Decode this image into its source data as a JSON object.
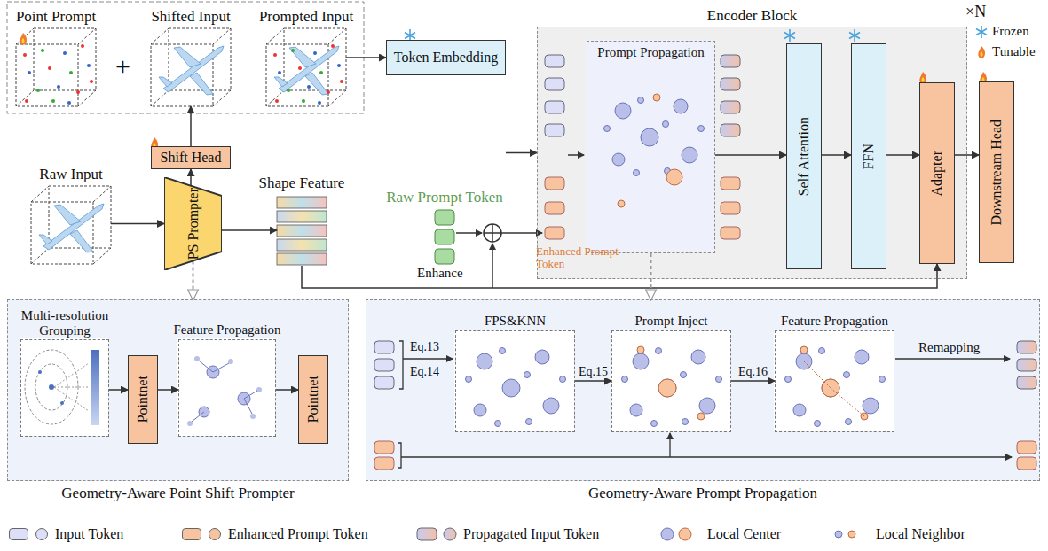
{
  "diagram": {
    "nodes": [
      {
        "text": [
          "Point Prompt"
        ]
      },
      {
        "text": [
          "Shifted Input"
        ]
      },
      {
        "text": [
          "Prompted Input"
        ]
      },
      {
        "text": [
          "Token Embedding"
        ]
      },
      {
        "text": [
          "Encoder Block"
        ]
      },
      {
        "text": [
          "Prompt Propagation"
        ],
        "in": 4
      },
      {
        "text": [
          "Self Attention"
        ],
        "in": 4
      },
      {
        "text": [
          "FFN"
        ],
        "in": 4
      },
      {
        "text": [
          "Adapter"
        ],
        "in": 4
      },
      {
        "text": [
          "Downstream Head"
        ]
      },
      {
        "text": [
          "Raw Input"
        ]
      },
      {
        "text": [
          "Shift Head"
        ]
      },
      {
        "text": [
          "PS Prompter"
        ]
      },
      {
        "text": [
          "Shape Feature"
        ]
      },
      {
        "text": [
          "Raw Prompt Token"
        ]
      },
      {
        "text": [
          "Geometry-Aware Point Shift Prompter"
        ]
      },
      {
        "text": [
          "Multi-resolution Grouping"
        ],
        "in": 15
      },
      {
        "text": [
          "Pointnet"
        ],
        "in": 15
      },
      {
        "text": [
          "Feature Propagation"
        ],
        "in": 15
      },
      {
        "text": [
          "Pointnet"
        ],
        "in": 15
      },
      {
        "text": [
          "Geometry-Aware Prompt Propagation"
        ]
      },
      {
        "text": [
          "FPS&KNN"
        ],
        "in": 20
      },
      {
        "text": [
          "Prompt Inject"
        ],
        "in": 20
      },
      {
        "text": [
          "Feature Propagation"
        ],
        "in": 20
      }
    ],
    "edges": [
      {
        "from": 2,
        "to": 3,
        "arrow": "to"
      },
      {
        "from": 3,
        "to": 4,
        "arrow": "to"
      },
      {
        "from": 5,
        "to": 6,
        "arrow": "to"
      },
      {
        "from": 6,
        "to": 7,
        "arrow": "to"
      },
      {
        "from": 7,
        "to": 8,
        "arrow": "to"
      },
      {
        "from": 8,
        "to": 9,
        "arrow": "to"
      },
      {
        "from": 10,
        "to": 12,
        "arrow": "to"
      },
      {
        "from": 12,
        "to": 11,
        "arrow": "to"
      },
      {
        "from": 11,
        "to": 1,
        "arrow": "to"
      },
      {
        "from": 12,
        "to": 13,
        "arrow": "to"
      },
      {
        "from": 13,
        "to": 8,
        "arrow": "to"
      },
      {
        "from": 12,
        "to": 15,
        "arrow": "to"
      },
      {
        "from": 5,
        "to": 20,
        "arrow": "to"
      },
      {
        "from": 16,
        "to": 17,
        "arrow": "to"
      },
      {
        "from": 17,
        "to": 18,
        "arrow": "to"
      },
      {
        "from": 18,
        "to": 19,
        "arrow": "to"
      },
      {
        "from": 21,
        "to": 22,
        "label": "Eq.15",
        "arrow": "to"
      },
      {
        "from": 22,
        "to": 23,
        "label": "Eq.16",
        "arrow": "to"
      }
    ],
    "labels": [
      "+",
      "×N",
      "Frozen",
      "Tunable",
      "Enhance",
      "Enhanced Prompt Token",
      "Eq.13",
      "Eq.14",
      "Remapping"
    ],
    "legend": [
      {
        "text": "Input Token",
        "color": "#dcdff7"
      },
      {
        "text": "Enhanced Prompt Token",
        "color": "#f8c4a0"
      },
      {
        "text": "Propagated Input Token"
      },
      {
        "text": "Local Center"
      },
      {
        "text": "Local Neighbor"
      }
    ]
  }
}
